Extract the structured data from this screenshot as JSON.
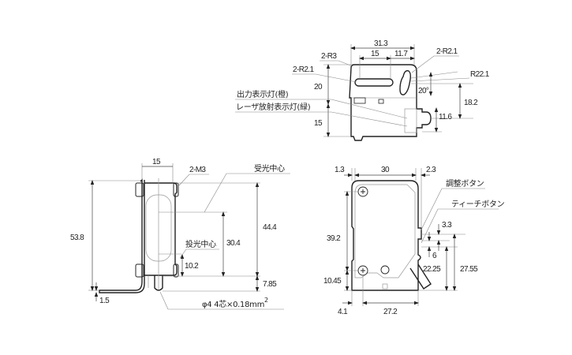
{
  "top_view": {
    "dims": {
      "width_total": "31.3",
      "slot_length": "15",
      "slot_offset": "11.7",
      "corner_r3": "2-R3",
      "slot_r_right": "2-R2.1",
      "slot_r_left": "2-R2.1",
      "arc_radius": "R22.1",
      "angle": "20°",
      "height_upper": "20",
      "height_lower": "15",
      "height_18_2": "18.2",
      "height_11_6": "11.6"
    },
    "labels": {
      "output_indicator": "出力表示灯(橙)",
      "laser_indicator": "レーザ放射表示灯(緑)"
    }
  },
  "side_view": {
    "dims": {
      "width": "15",
      "screw": "2-M3",
      "total_height": "53.8",
      "thickness": "1.5",
      "emit_center_h": "10.2",
      "recv_center_h": "30.4",
      "total_44_4": "44.4",
      "offset_7_85": "7.85"
    },
    "labels": {
      "receiver_center": "受光中心",
      "emitter_center": "投光中心",
      "cable": "φ4 4芯×0.18mm",
      "cable_sup": "2"
    }
  },
  "front_view": {
    "dims": {
      "left_margin": "1.3",
      "width": "30",
      "right_margin": "2.3",
      "height_39_2": "39.2",
      "height_10_45": "10.45",
      "bottom_left": "4.1",
      "bottom_width": "27.2",
      "button_3_3": "3.3",
      "button_6": "6",
      "height_22_25": "22.25",
      "height_27_55": "27.55"
    },
    "labels": {
      "adjust_button": "調整ボタン",
      "teach_button": "ティーチボタン"
    }
  }
}
